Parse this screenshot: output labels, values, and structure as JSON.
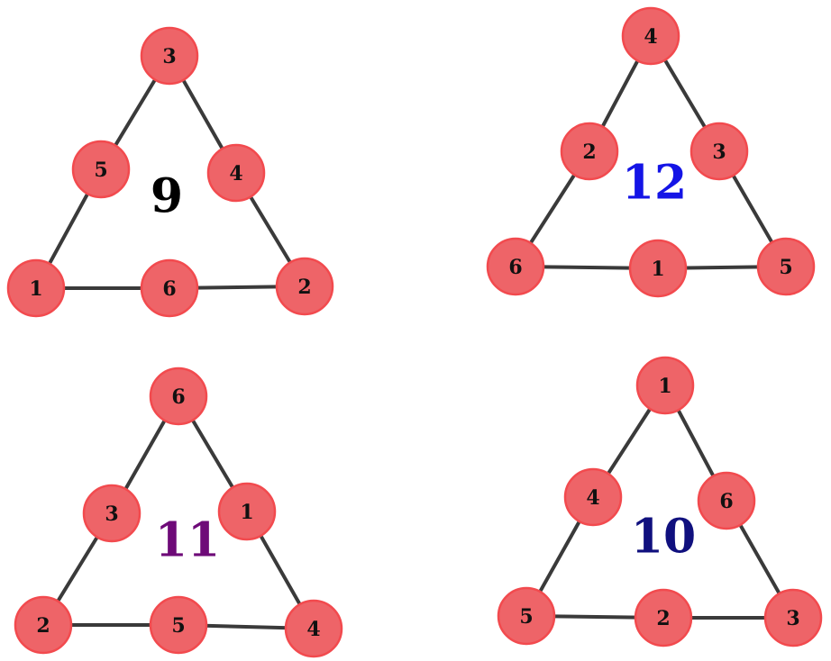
{
  "puzzles": [
    {
      "sum": "9",
      "sum_color": "#000000",
      "nodes": {
        "top": "3",
        "left_mid": "5",
        "right_mid": "4",
        "bottom_left": "1",
        "bottom_mid": "6",
        "bottom_right": "2"
      }
    },
    {
      "sum": "12",
      "sum_color": "#1414e6",
      "nodes": {
        "top": "4",
        "left_mid": "2",
        "right_mid": "3",
        "bottom_left": "6",
        "bottom_mid": "1",
        "bottom_right": "5"
      }
    },
    {
      "sum": "11",
      "sum_color": "#6e0a78",
      "nodes": {
        "top": "6",
        "left_mid": "3",
        "right_mid": "1",
        "bottom_left": "2",
        "bottom_mid": "5",
        "bottom_right": "4"
      }
    },
    {
      "sum": "10",
      "sum_color": "#10107e",
      "nodes": {
        "top": "1",
        "left_mid": "4",
        "right_mid": "6",
        "bottom_left": "5",
        "bottom_mid": "2",
        "bottom_right": "3"
      }
    }
  ]
}
